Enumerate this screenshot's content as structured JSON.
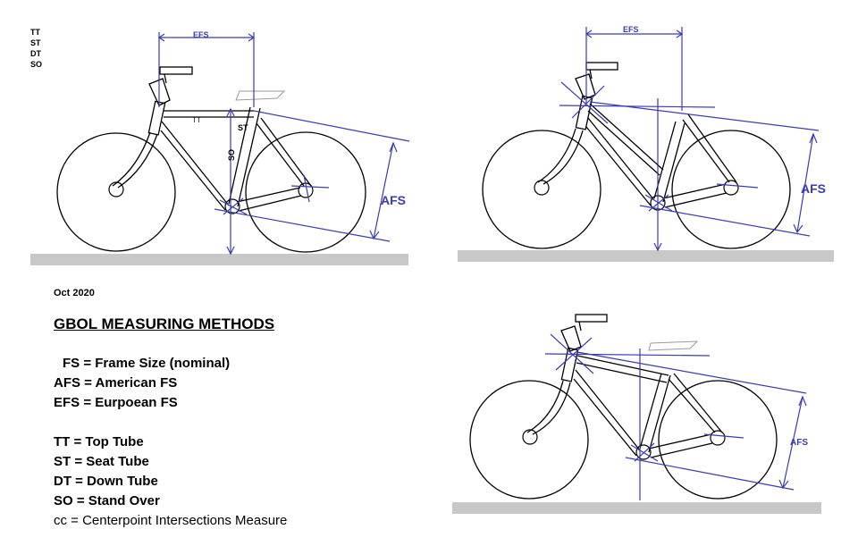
{
  "top_left_legend": [
    "TT",
    "ST",
    "DT",
    "SO"
  ],
  "date": "Oct 2020",
  "heading": "GBOL MEASURING METHODS",
  "definitions": [
    "FS = Frame Size (nominal)",
    "AFS = American FS",
    "EFS = Eurpoean FS",
    "TT = Top Tube",
    "ST = Seat Tube",
    "DT = Down Tube",
    "SO = Stand Over",
    "cc = Centerpoint Intersections Measure"
  ],
  "diagram_labels": {
    "efs": "EFS",
    "afs": "AFS",
    "tt": "TT",
    "st": "ST",
    "so": "SO"
  },
  "colors": {
    "measure_blue": "#3b3bb3",
    "ground_gray": "#c8c8c8",
    "frame_line": "#000000"
  }
}
